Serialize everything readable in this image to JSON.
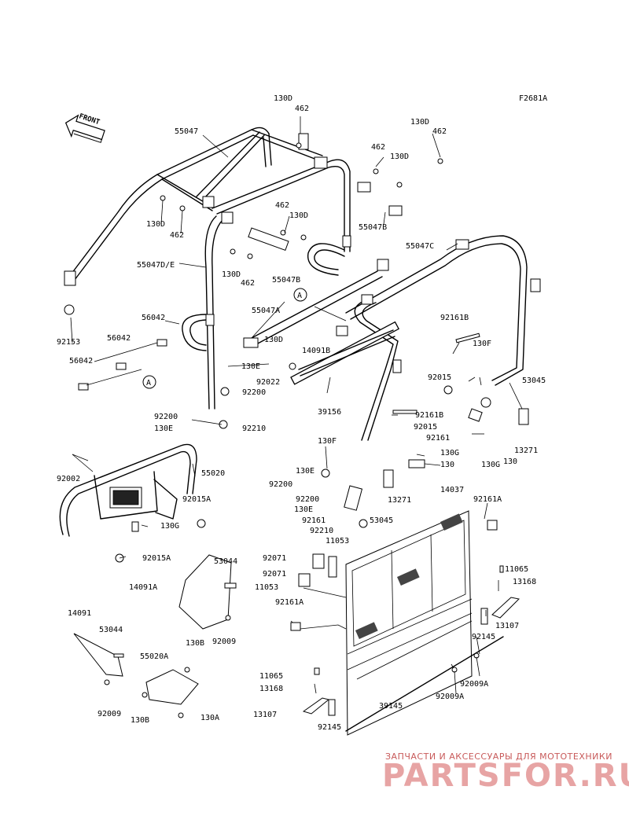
{
  "figure_code": "F2681A",
  "front_label": "FRONT",
  "callouts": [
    {
      "id": "c1",
      "text": "130D"
    },
    {
      "id": "c2",
      "text": "462"
    },
    {
      "id": "c3",
      "text": "55047"
    },
    {
      "id": "c4",
      "text": "130D"
    },
    {
      "id": "c5",
      "text": "462"
    },
    {
      "id": "c6",
      "text": "462"
    },
    {
      "id": "c7",
      "text": "130D"
    },
    {
      "id": "c8",
      "text": "130D"
    },
    {
      "id": "c9",
      "text": "462"
    },
    {
      "id": "c10",
      "text": "462"
    },
    {
      "id": "c11",
      "text": "130D"
    },
    {
      "id": "c12",
      "text": "55047B"
    },
    {
      "id": "c13",
      "text": "55047D/E"
    },
    {
      "id": "c14",
      "text": "130D"
    },
    {
      "id": "c15",
      "text": "462"
    },
    {
      "id": "c16",
      "text": "55047B"
    },
    {
      "id": "c17",
      "text": "55047C"
    },
    {
      "id": "c18",
      "text": "56042"
    },
    {
      "id": "c19",
      "text": "55047A"
    },
    {
      "id": "c20",
      "text": "92153"
    },
    {
      "id": "c21",
      "text": "56042"
    },
    {
      "id": "c22",
      "text": "130D"
    },
    {
      "id": "c23",
      "text": "14091B"
    },
    {
      "id": "c24",
      "text": "92161B"
    },
    {
      "id": "c25",
      "text": "130F"
    },
    {
      "id": "c26",
      "text": "56042"
    },
    {
      "id": "c27",
      "text": "130E"
    },
    {
      "id": "c28",
      "text": "92022"
    },
    {
      "id": "c29",
      "text": "92015"
    },
    {
      "id": "c30",
      "text": "53045"
    },
    {
      "id": "c31",
      "text": "92200"
    },
    {
      "id": "c32",
      "text": "39156"
    },
    {
      "id": "c33",
      "text": "92161B"
    },
    {
      "id": "c34",
      "text": "92200"
    },
    {
      "id": "c35",
      "text": "92015"
    },
    {
      "id": "c36",
      "text": "130E"
    },
    {
      "id": "c37",
      "text": "92210"
    },
    {
      "id": "c38",
      "text": "92161"
    },
    {
      "id": "c39",
      "text": "130F"
    },
    {
      "id": "c40",
      "text": "13271"
    },
    {
      "id": "c41",
      "text": "130G"
    },
    {
      "id": "c42",
      "text": "130E"
    },
    {
      "id": "c43",
      "text": "92002"
    },
    {
      "id": "c44",
      "text": "55020"
    },
    {
      "id": "c45",
      "text": "130"
    },
    {
      "id": "c46",
      "text": "130G"
    },
    {
      "id": "c47",
      "text": "130"
    },
    {
      "id": "c48",
      "text": "92200"
    },
    {
      "id": "c49",
      "text": "13271"
    },
    {
      "id": "c50",
      "text": "14037"
    },
    {
      "id": "c51",
      "text": "92200"
    },
    {
      "id": "c52",
      "text": "92161A"
    },
    {
      "id": "c53",
      "text": "92015A"
    },
    {
      "id": "c54",
      "text": "130E"
    },
    {
      "id": "c55",
      "text": "130G"
    },
    {
      "id": "c56",
      "text": "92161"
    },
    {
      "id": "c57",
      "text": "53045"
    },
    {
      "id": "c58",
      "text": "92210"
    },
    {
      "id": "c59",
      "text": "11053"
    },
    {
      "id": "c60",
      "text": "92015A"
    },
    {
      "id": "c61",
      "text": "53044"
    },
    {
      "id": "c62",
      "text": "92071"
    },
    {
      "id": "c63",
      "text": "11065"
    },
    {
      "id": "c64",
      "text": "14091A"
    },
    {
      "id": "c65",
      "text": "92071"
    },
    {
      "id": "c66",
      "text": "13168"
    },
    {
      "id": "c67",
      "text": "11053"
    },
    {
      "id": "c68",
      "text": "92161A"
    },
    {
      "id": "c69",
      "text": "13107"
    },
    {
      "id": "c70",
      "text": "14091"
    },
    {
      "id": "c71",
      "text": "92145"
    },
    {
      "id": "c72",
      "text": "53044"
    },
    {
      "id": "c73",
      "text": "92009"
    },
    {
      "id": "c74",
      "text": "130B"
    },
    {
      "id": "c75",
      "text": "55020A"
    },
    {
      "id": "c76",
      "text": "11065"
    },
    {
      "id": "c77",
      "text": "92009A"
    },
    {
      "id": "c78",
      "text": "13168"
    },
    {
      "id": "c79",
      "text": "92009A"
    },
    {
      "id": "c80",
      "text": "92009"
    },
    {
      "id": "c81",
      "text": "130B"
    },
    {
      "id": "c82",
      "text": "130A"
    },
    {
      "id": "c83",
      "text": "39145"
    },
    {
      "id": "c84",
      "text": "13107"
    },
    {
      "id": "c85",
      "text": "92145"
    }
  ],
  "ref_markers": [
    {
      "id": "r1",
      "text": "A"
    },
    {
      "id": "r2",
      "text": "A"
    }
  ],
  "watermark": {
    "line1": "ЗАПЧАСТИ И АКСЕССУАРЫ ДЛЯ МОТОТЕХНИКИ",
    "line2": "PARTSFOR.RU"
  }
}
